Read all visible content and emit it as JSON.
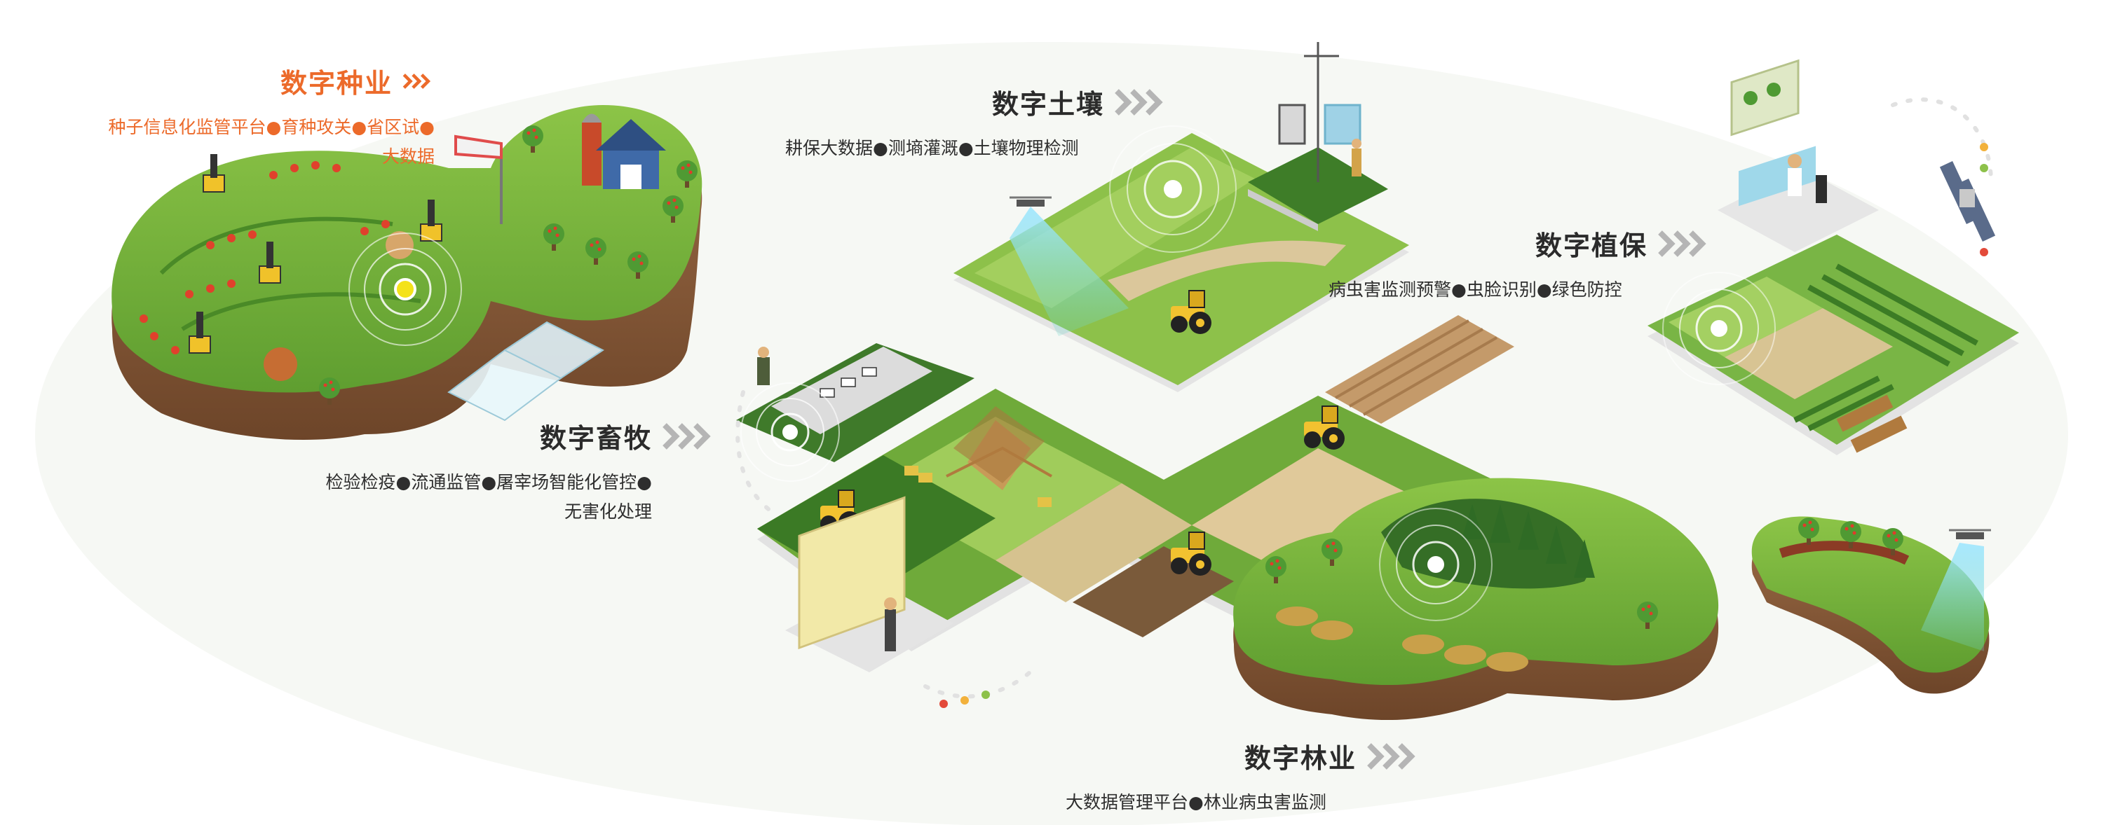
{
  "sections": {
    "seed": {
      "title": "数字种业",
      "line1": "种子信息化监管平台●育种攻关●省区试●",
      "line2": "大数据",
      "color": "#ec6a2a"
    },
    "soil": {
      "title": "数字土壤",
      "line1": "耕保大数据●测墒灌溉●土壤物理检测"
    },
    "livestock": {
      "title": "数字畜牧",
      "line1": "检验检疫●流通监管●屠宰场智能化管控●",
      "line2": "无害化处理"
    },
    "plant": {
      "title": "数字植保",
      "line1": "病虫害监测预警●虫脸识别●绿色防控"
    },
    "forest": {
      "title": "数字林业",
      "line1": "大数据管理平台●林业病虫害监测"
    }
  },
  "colors": {
    "accent": "#ec6a2a",
    "text": "#2b2b2b",
    "grass": "#6fae3c",
    "soil": "#8a5a3c",
    "ripple_yellow": "#f4e21a"
  }
}
